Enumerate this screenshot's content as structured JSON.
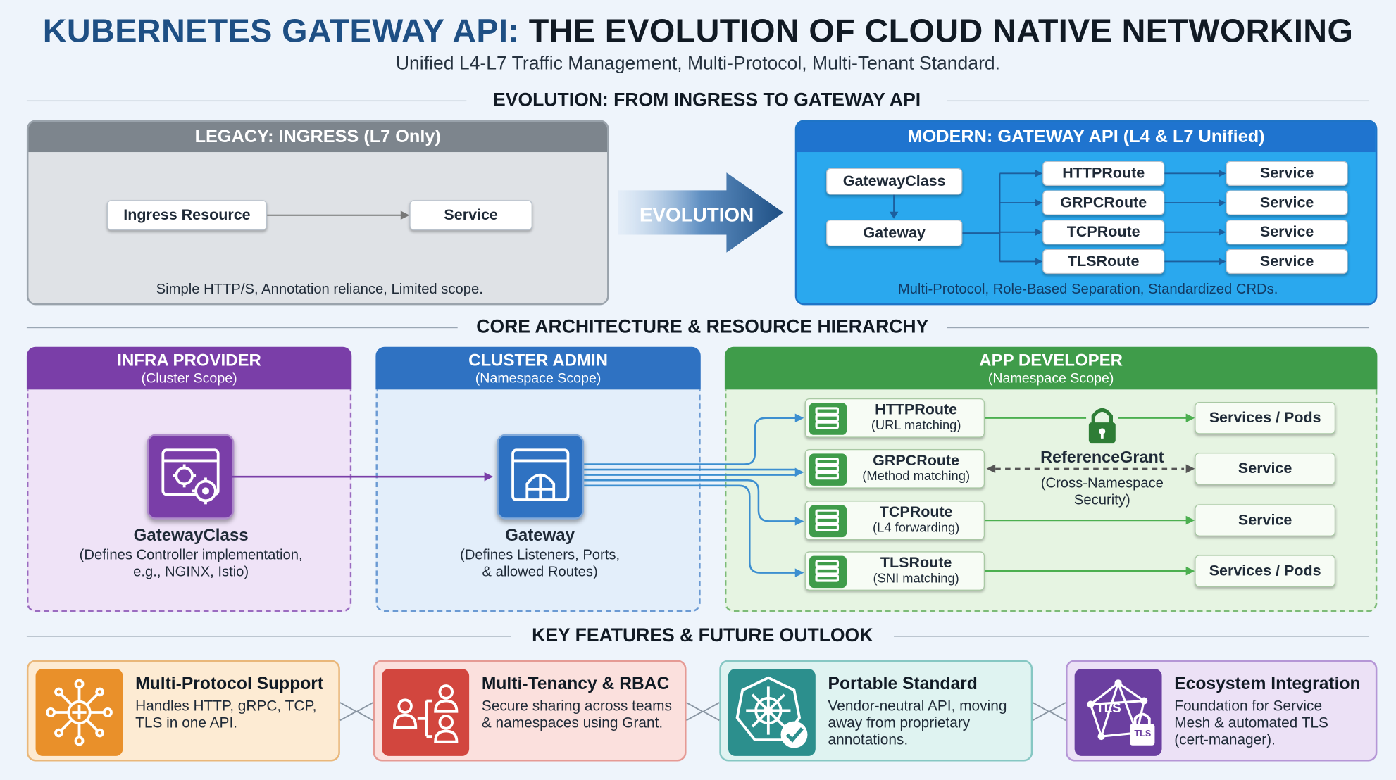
{
  "title": {
    "part1": "KUBERNETES GATEWAY API:",
    "part2": "THE EVOLUTION OF CLOUD NATIVE NETWORKING"
  },
  "subtitle": "Unified L4-L7 Traffic Management, Multi-Protocol, Multi-Tenant Standard.",
  "sections": {
    "evolution": "EVOLUTION: FROM INGRESS TO GATEWAY API",
    "architecture": "CORE ARCHITECTURE & RESOURCE HIERARCHY",
    "features": "KEY FEATURES & FUTURE OUTLOOK"
  },
  "legacy": {
    "header": "LEGACY: INGRESS (L7 Only)",
    "ingress": "Ingress Resource",
    "service": "Service",
    "caption": "Simple HTTP/S, Annotation reliance, Limited scope."
  },
  "evolution_arrow": "EVOLUTION",
  "modern": {
    "header": "MODERN: GATEWAY API (L4 & L7 Unified)",
    "gatewayclass": "GatewayClass",
    "gateway": "Gateway",
    "routes": [
      "HTTPRoute",
      "GRPCRoute",
      "TCPRoute",
      "TLSRoute"
    ],
    "services": [
      "Service",
      "Service",
      "Service",
      "Service"
    ],
    "caption": "Multi-Protocol, Role-Based Separation, Standardized CRDs."
  },
  "lanes": {
    "infra": {
      "title": "INFRA PROVIDER",
      "scope": "(Cluster Scope)",
      "resource": "GatewayClass",
      "desc1": "(Defines Controller implementation,",
      "desc2": "e.g., NGINX, Istio)"
    },
    "admin": {
      "title": "CLUSTER ADMIN",
      "scope": "(Namespace Scope)",
      "resource": "Gateway",
      "desc1": "(Defines Listeners, Ports,",
      "desc2": "& allowed Routes)"
    },
    "dev": {
      "title": "APP DEVELOPER",
      "scope": "(Namespace Scope)"
    }
  },
  "dev_routes": [
    {
      "name": "HTTPRoute",
      "desc": "(URL matching)",
      "target": "Services / Pods"
    },
    {
      "name": "GRPCRoute",
      "desc": "(Method matching)",
      "target": "Service"
    },
    {
      "name": "TCPRoute",
      "desc": "(L4 forwarding)",
      "target": "Service"
    },
    {
      "name": "TLSRoute",
      "desc": "(SNI matching)",
      "target": "Services / Pods"
    }
  ],
  "reference_grant": {
    "title": "ReferenceGrant",
    "desc1": "(Cross-Namespace",
    "desc2": "Security)"
  },
  "features": [
    {
      "title": "Multi-Protocol Support",
      "lines": [
        "Handles HTTP, gRPC, TCP,",
        "TLS in one API."
      ],
      "icon": "network-hub-icon"
    },
    {
      "title": "Multi-Tenancy & RBAC",
      "lines": [
        "Secure sharing across teams",
        "& namespaces using Grant."
      ],
      "icon": "users-icon"
    },
    {
      "title": "Portable Standard",
      "lines": [
        "Vendor-neutral API, moving",
        "away from proprietary",
        "annotations."
      ],
      "icon": "kubernetes-helm-icon"
    },
    {
      "title": "Ecosystem Integration",
      "lines": [
        "Foundation for Service",
        "Mesh & automated TLS",
        "(cert-manager)."
      ],
      "icon": "tls-mesh-icon"
    }
  ],
  "tls_badge": "TLS",
  "colors": {
    "title_accent": "#1e4f84",
    "legacy_gray": "#7d858d",
    "modern_blue": "#1f74cf",
    "infra_purple": "#7a3ea8",
    "admin_blue": "#2f72c2",
    "dev_green": "#3f9c4a",
    "feat_orange": "#e9902a",
    "feat_red": "#d2463e",
    "feat_teal": "#2c8f8d",
    "feat_purple": "#6b3fa0"
  }
}
